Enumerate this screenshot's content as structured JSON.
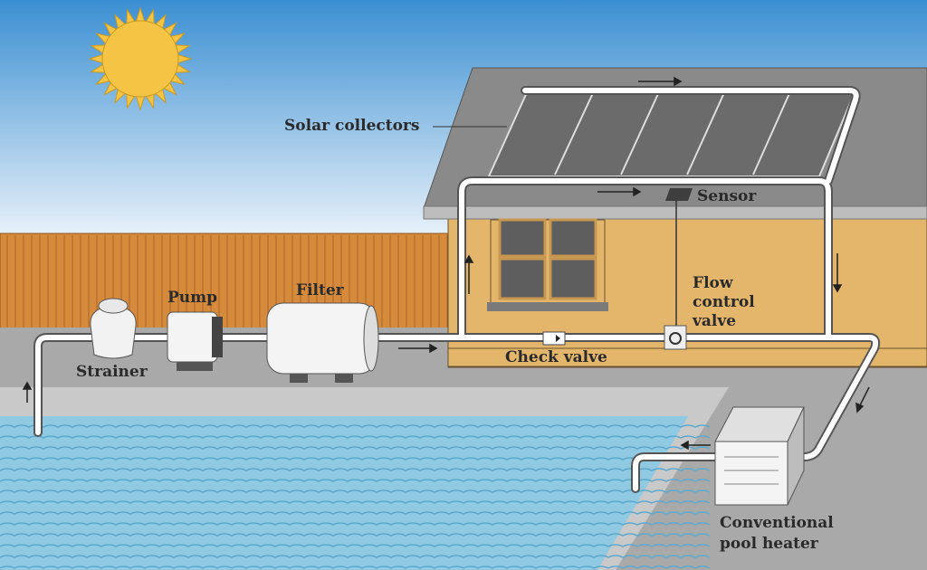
{
  "labels": {
    "solar_collectors": "Solar collectors",
    "sensor": "Sensor",
    "flow_control_valve": [
      "Flow",
      "control",
      "valve"
    ],
    "pump": "Pump",
    "filter": "Filter",
    "strainer": "Strainer",
    "check_valve": "Check valve",
    "pool_heater": [
      "Conventional",
      "pool heater"
    ]
  },
  "colors": {
    "sky_top": "#3b8fd2",
    "sky_bottom": "#eef5fb",
    "fence": "#d68b3c",
    "house_wall": "#e4b66c",
    "roof": "#8a8a8a",
    "solar_panel": "#6b6b6b",
    "deck": "#a9a9a9",
    "water": "#8fc9e2",
    "sun": "#f6c445"
  }
}
